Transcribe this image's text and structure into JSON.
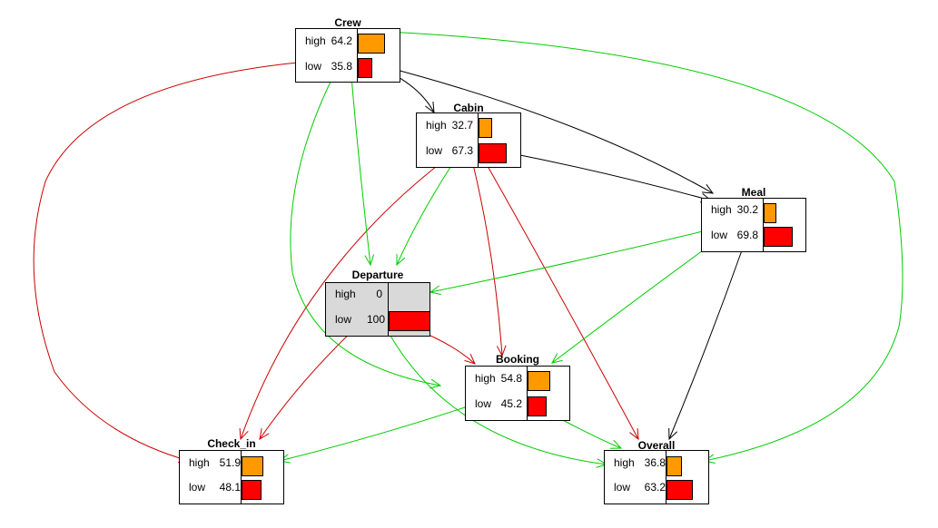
{
  "colors": {
    "high": "#ff9900",
    "low": "#ff0000",
    "evidence_bg": "#d9d9d9"
  },
  "nodes": {
    "crew": {
      "title": "Crew",
      "states": [
        {
          "label": "high",
          "value": "64.2",
          "p": 64.2
        },
        {
          "label": "low",
          "value": "35.8",
          "p": 35.8
        }
      ]
    },
    "cabin": {
      "title": "Cabin",
      "states": [
        {
          "label": "high",
          "value": "32.7",
          "p": 32.7
        },
        {
          "label": "low",
          "value": "67.3",
          "p": 67.3
        }
      ]
    },
    "meal": {
      "title": "Meal",
      "states": [
        {
          "label": "high",
          "value": "30.2",
          "p": 30.2
        },
        {
          "label": "low",
          "value": "69.8",
          "p": 69.8
        }
      ]
    },
    "departure": {
      "title": "Departure",
      "states": [
        {
          "label": "high",
          "value": "0",
          "p": 0
        },
        {
          "label": "low",
          "value": "100",
          "p": 100
        }
      ]
    },
    "booking": {
      "title": "Booking",
      "states": [
        {
          "label": "high",
          "value": "54.8",
          "p": 54.8
        },
        {
          "label": "low",
          "value": "45.2",
          "p": 45.2
        }
      ]
    },
    "checkin": {
      "title": "Check_in",
      "states": [
        {
          "label": "high",
          "value": "51.9",
          "p": 51.9
        },
        {
          "label": "low",
          "value": "48.1",
          "p": 48.1
        }
      ]
    },
    "overall": {
      "title": "Overall",
      "states": [
        {
          "label": "high",
          "value": "36.8",
          "p": 36.8
        },
        {
          "label": "low",
          "value": "63.2",
          "p": 63.2
        }
      ]
    }
  },
  "edges": [
    {
      "from": "crew",
      "to": "cabin",
      "color": "#000000"
    },
    {
      "from": "crew",
      "to": "meal",
      "color": "#000000"
    },
    {
      "from": "cabin",
      "to": "meal",
      "color": "#000000"
    },
    {
      "from": "meal",
      "to": "overall",
      "color": "#000000"
    },
    {
      "from": "crew",
      "to": "checkin",
      "color": "#cc0000"
    },
    {
      "from": "cabin",
      "to": "checkin",
      "color": "#cc0000"
    },
    {
      "from": "cabin",
      "to": "booking",
      "color": "#cc0000"
    },
    {
      "from": "cabin",
      "to": "overall",
      "color": "#cc0000"
    },
    {
      "from": "departure",
      "to": "booking",
      "color": "#cc0000"
    },
    {
      "from": "departure",
      "to": "checkin",
      "color": "#cc0000"
    },
    {
      "from": "crew",
      "to": "departure",
      "color": "#00cc00"
    },
    {
      "from": "crew",
      "to": "booking",
      "color": "#00cc00"
    },
    {
      "from": "crew",
      "to": "overall",
      "color": "#00cc00"
    },
    {
      "from": "cabin",
      "to": "departure",
      "color": "#00cc00"
    },
    {
      "from": "meal",
      "to": "departure",
      "color": "#00cc00"
    },
    {
      "from": "meal",
      "to": "booking",
      "color": "#00cc00"
    },
    {
      "from": "departure",
      "to": "overall",
      "color": "#00cc00"
    },
    {
      "from": "booking",
      "to": "checkin",
      "color": "#00cc00"
    },
    {
      "from": "booking",
      "to": "overall",
      "color": "#00cc00"
    }
  ]
}
